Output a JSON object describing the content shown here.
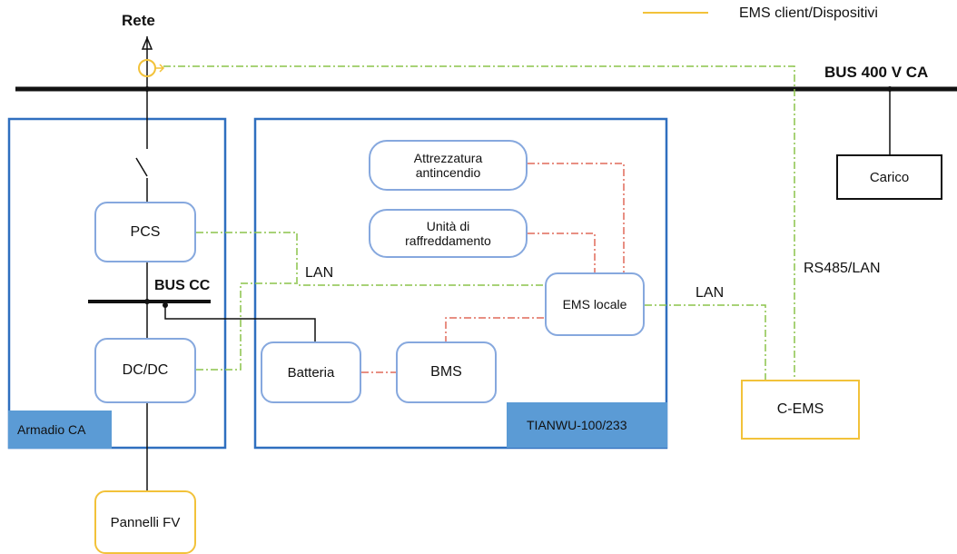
{
  "legend": {
    "label": "EMS client/Dispositivi",
    "color": "#f2c23a"
  },
  "grid": {
    "label": "Rete"
  },
  "bus_ac": {
    "label": "BUS 400 V CA"
  },
  "bus_dc": {
    "label": "BUS CC"
  },
  "cabinet": {
    "label": "Armadio CA"
  },
  "ess": {
    "label": "TIANWU-100/233"
  },
  "nodes": {
    "pcs": "PCS",
    "dcdc": "DC/DC",
    "pv": "Pannelli FV",
    "fire": "Attrezzatura antincendio",
    "cooling": "Unità di raffreddamento",
    "ems_local": "EMS locale",
    "battery": "Batteria",
    "bms": "BMS",
    "load": "Carico",
    "cems": "C-EMS"
  },
  "links": {
    "lan_1": "LAN",
    "lan_2": "LAN",
    "rs485": "RS485/LAN"
  },
  "colors": {
    "frame": "#2f6fbf",
    "box_border": "#86a8de",
    "tag": "#5b9bd5",
    "green_link": "#8bc34a",
    "red_link": "#e06a5a",
    "yellow": "#f2c23a"
  }
}
